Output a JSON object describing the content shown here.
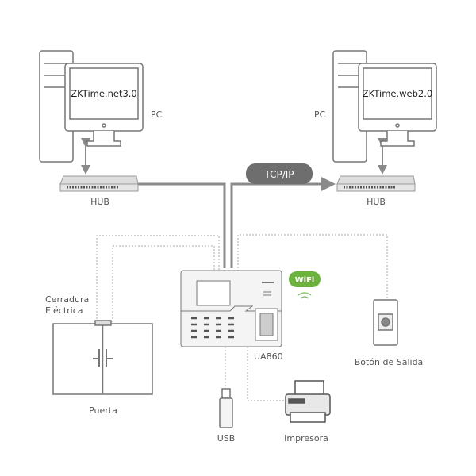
{
  "pc_left": {
    "screen_text": "ZKTime.net3.0",
    "label": "PC"
  },
  "pc_right": {
    "screen_text": "ZKTime.web2.0",
    "label": "PC"
  },
  "hub_left": {
    "label": "HUB"
  },
  "hub_right": {
    "label": "HUB"
  },
  "network": {
    "label": "TCP/IP"
  },
  "device": {
    "label": "UA860"
  },
  "wifi": {
    "label": "WiFi",
    "color": "#6cb33e"
  },
  "lock": {
    "label_line1": "Cerradura",
    "label_line2": "Eléctrica"
  },
  "door": {
    "label": "Puerta"
  },
  "exit_button": {
    "label": "Botón de Salida"
  },
  "usb": {
    "label": "USB"
  },
  "printer": {
    "label": "Impresora"
  },
  "colors": {
    "line": "#8a8a8a",
    "dotted": "#aaaaaa",
    "pill": "#6e6e6e"
  }
}
